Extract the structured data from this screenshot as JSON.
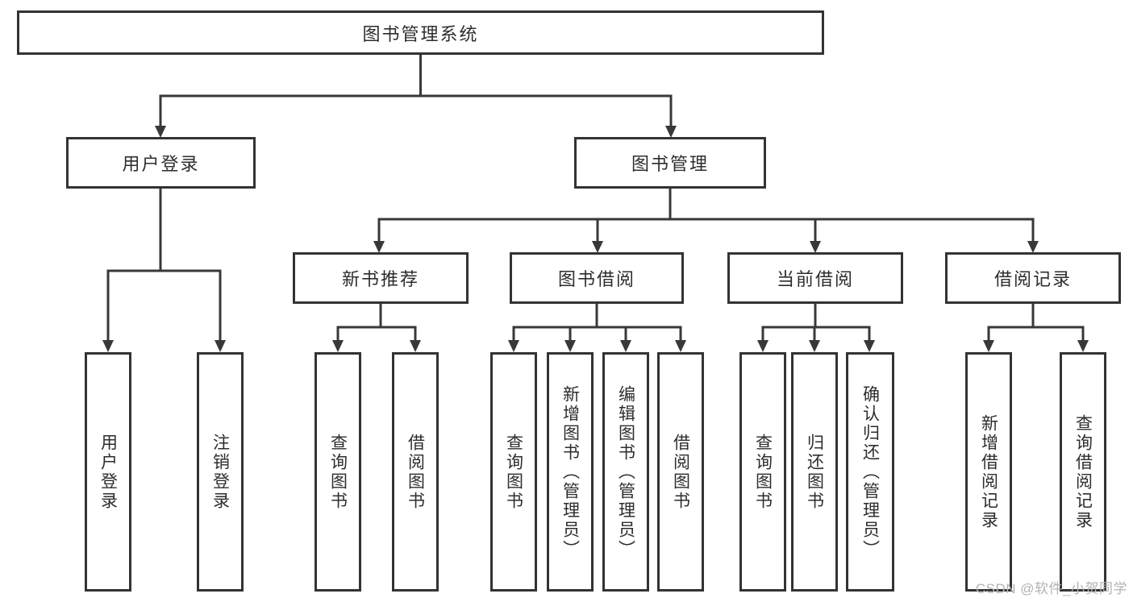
{
  "diagram": {
    "root": "图书管理系统",
    "branches": [
      {
        "label": "用户登录",
        "children": [
          {
            "label": "用户登录"
          },
          {
            "label": "注销登录"
          }
        ]
      },
      {
        "label": "图书管理",
        "children": [
          {
            "label": "新书推荐",
            "children": [
              {
                "label": "查询图书"
              },
              {
                "label": "借阅图书"
              }
            ]
          },
          {
            "label": "图书借阅",
            "children": [
              {
                "label": "查询图书"
              },
              {
                "label": "新增图书（管理员）"
              },
              {
                "label": "编辑图书（管理员）"
              },
              {
                "label": "借阅图书"
              }
            ]
          },
          {
            "label": "当前借阅",
            "children": [
              {
                "label": "查询图书"
              },
              {
                "label": "归还图书"
              },
              {
                "label": "确认归还（管理员）"
              }
            ]
          },
          {
            "label": "借阅记录",
            "children": [
              {
                "label": "新增借阅记录"
              },
              {
                "label": "查询借阅记录"
              }
            ]
          }
        ]
      }
    ]
  },
  "watermark": {
    "text": "CSDN @软件_小贺同学"
  },
  "colors": {
    "line": "#383838",
    "box_border": "#333333",
    "text": "#2d2d2d",
    "watermark": "#b3b3b6",
    "background": "#ffffff"
  }
}
